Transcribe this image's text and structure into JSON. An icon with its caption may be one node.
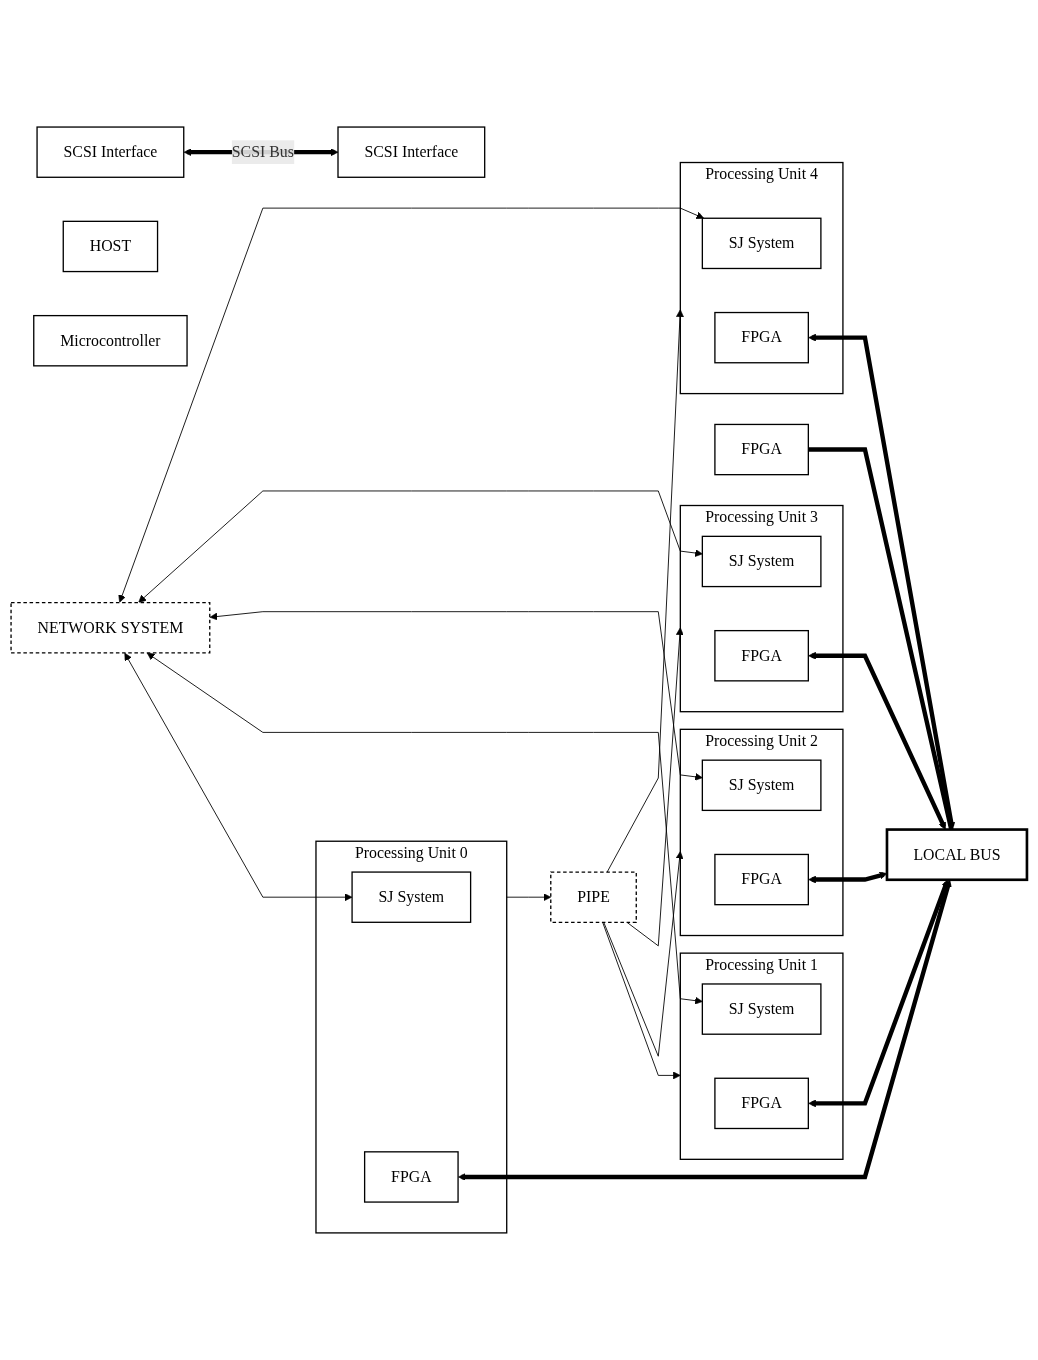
{
  "diagram": {
    "nodes": [
      {
        "text": [
          "SCSI Interface"
        ]
      },
      {
        "text": [
          "HOST"
        ]
      },
      {
        "text": [
          "SCSI Interface"
        ]
      },
      {
        "text": [
          "Microcontroller"
        ]
      },
      {
        "text": [
          "FPGA"
        ]
      },
      {
        "text": [
          "Processing Unit 0"
        ]
      },
      {
        "text": [
          "SJ System"
        ],
        "in": 5
      },
      {
        "text": [
          "FPGA"
        ],
        "in": 5
      },
      {
        "text": [
          "PIPE"
        ]
      },
      {
        "text": [
          "NETWORK SYSTEM"
        ]
      },
      {
        "text": [
          "Processing Unit 1"
        ]
      },
      {
        "text": [
          "SJ System"
        ],
        "in": 10
      },
      {
        "text": [
          "FPGA"
        ],
        "in": 10
      },
      {
        "text": [
          "Processing Unit 2"
        ]
      },
      {
        "text": [
          "SJ System"
        ],
        "in": 13
      },
      {
        "text": [
          "FPGA"
        ],
        "in": 13
      },
      {
        "text": [
          "Processing Unit 3"
        ]
      },
      {
        "text": [
          "SJ System"
        ],
        "in": 16
      },
      {
        "text": [
          "FPGA"
        ],
        "in": 16
      },
      {
        "text": [
          "Processing Unit 4"
        ]
      },
      {
        "text": [
          "SJ System"
        ],
        "in": 19
      },
      {
        "text": [
          "FPGA"
        ],
        "in": 19
      },
      {
        "text": [
          "LOCAL BUS"
        ]
      }
    ],
    "edges": [
      {
        "from": 0,
        "to": 2,
        "arrow": "both",
        "label": "SCSI Bus",
        "style": "thick"
      },
      {
        "from": 4,
        "to": 22,
        "arrow": "none",
        "style": "thick"
      },
      {
        "from": 5,
        "to": 8,
        "arrow": "to"
      },
      {
        "from": 8,
        "to": 10,
        "arrow": "to"
      },
      {
        "from": 8,
        "to": 13,
        "arrow": "to"
      },
      {
        "from": 8,
        "to": 16,
        "arrow": "to"
      },
      {
        "from": 8,
        "to": 19,
        "arrow": "to"
      },
      {
        "from": 9,
        "to": 6,
        "arrow": "both"
      },
      {
        "from": 9,
        "to": 11,
        "arrow": "both"
      },
      {
        "from": 9,
        "to": 14,
        "arrow": "both"
      },
      {
        "from": 9,
        "to": 17,
        "arrow": "both"
      },
      {
        "from": 9,
        "to": 20,
        "arrow": "both"
      },
      {
        "from": 7,
        "to": 22,
        "arrow": "both",
        "style": "thick"
      },
      {
        "from": 12,
        "to": 22,
        "arrow": "both",
        "style": "thick"
      },
      {
        "from": 15,
        "to": 22,
        "arrow": "both",
        "style": "thick"
      },
      {
        "from": 18,
        "to": 22,
        "arrow": "both",
        "style": "thick"
      },
      {
        "from": 21,
        "to": 22,
        "arrow": "both",
        "style": "thick"
      }
    ]
  }
}
